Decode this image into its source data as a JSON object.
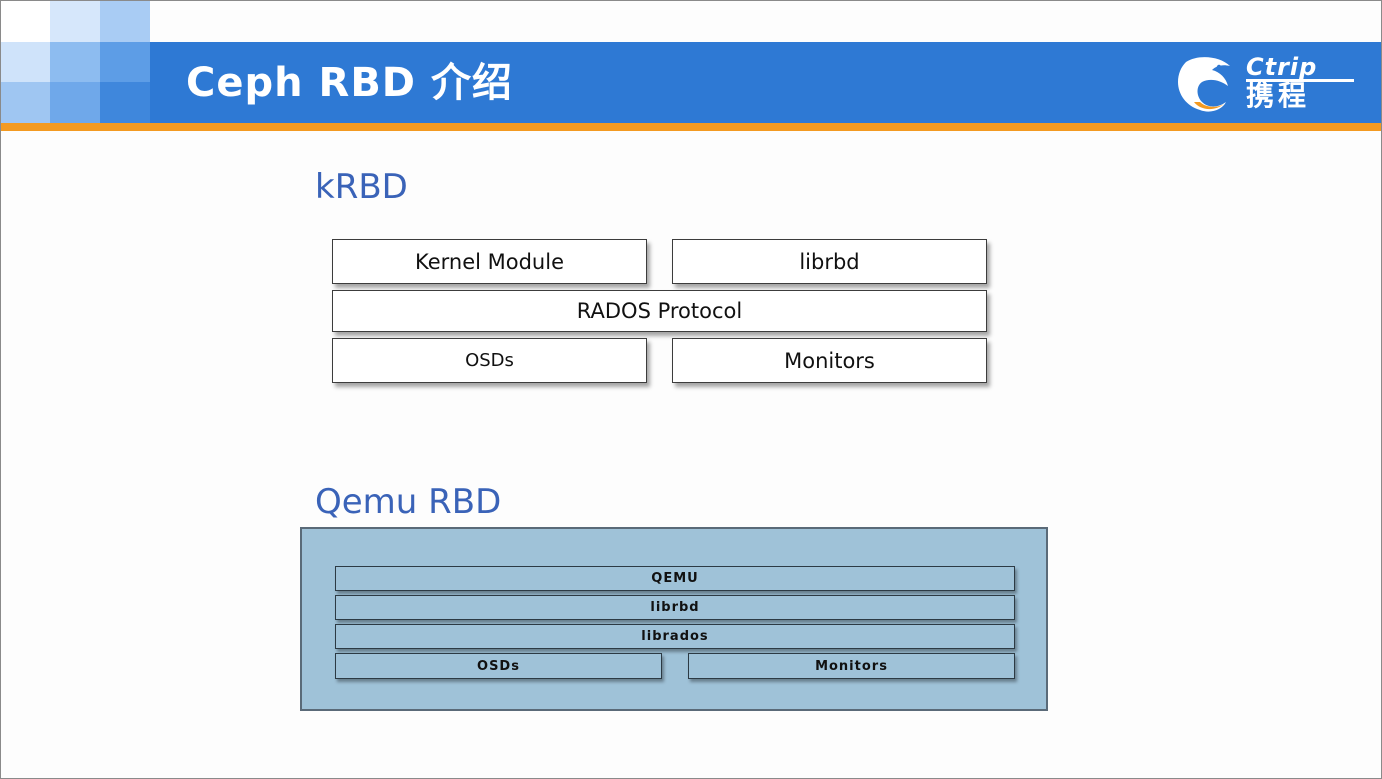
{
  "slide": {
    "title": "Ceph RBD 介绍",
    "logo": {
      "word": "Ctrip",
      "cn": "携程"
    }
  },
  "colors": {
    "header_blue": "#2e79d4",
    "accent_orange": "#f39a21",
    "heading_blue": "#3a63b8",
    "panel_blue": "#9fc2d8"
  },
  "krbd": {
    "heading": "kRBD",
    "boxes": {
      "kernel_module": "Kernel Module",
      "librbd": "librbd",
      "rados_protocol": "RADOS Protocol",
      "osds": "OSDs",
      "monitors": "Monitors"
    }
  },
  "qemu_rbd": {
    "heading": "Qemu RBD",
    "boxes": {
      "qemu": "QEMU",
      "librbd": "librbd",
      "librados": "librados",
      "osds": "OSDs",
      "monitors": "Monitors"
    }
  }
}
